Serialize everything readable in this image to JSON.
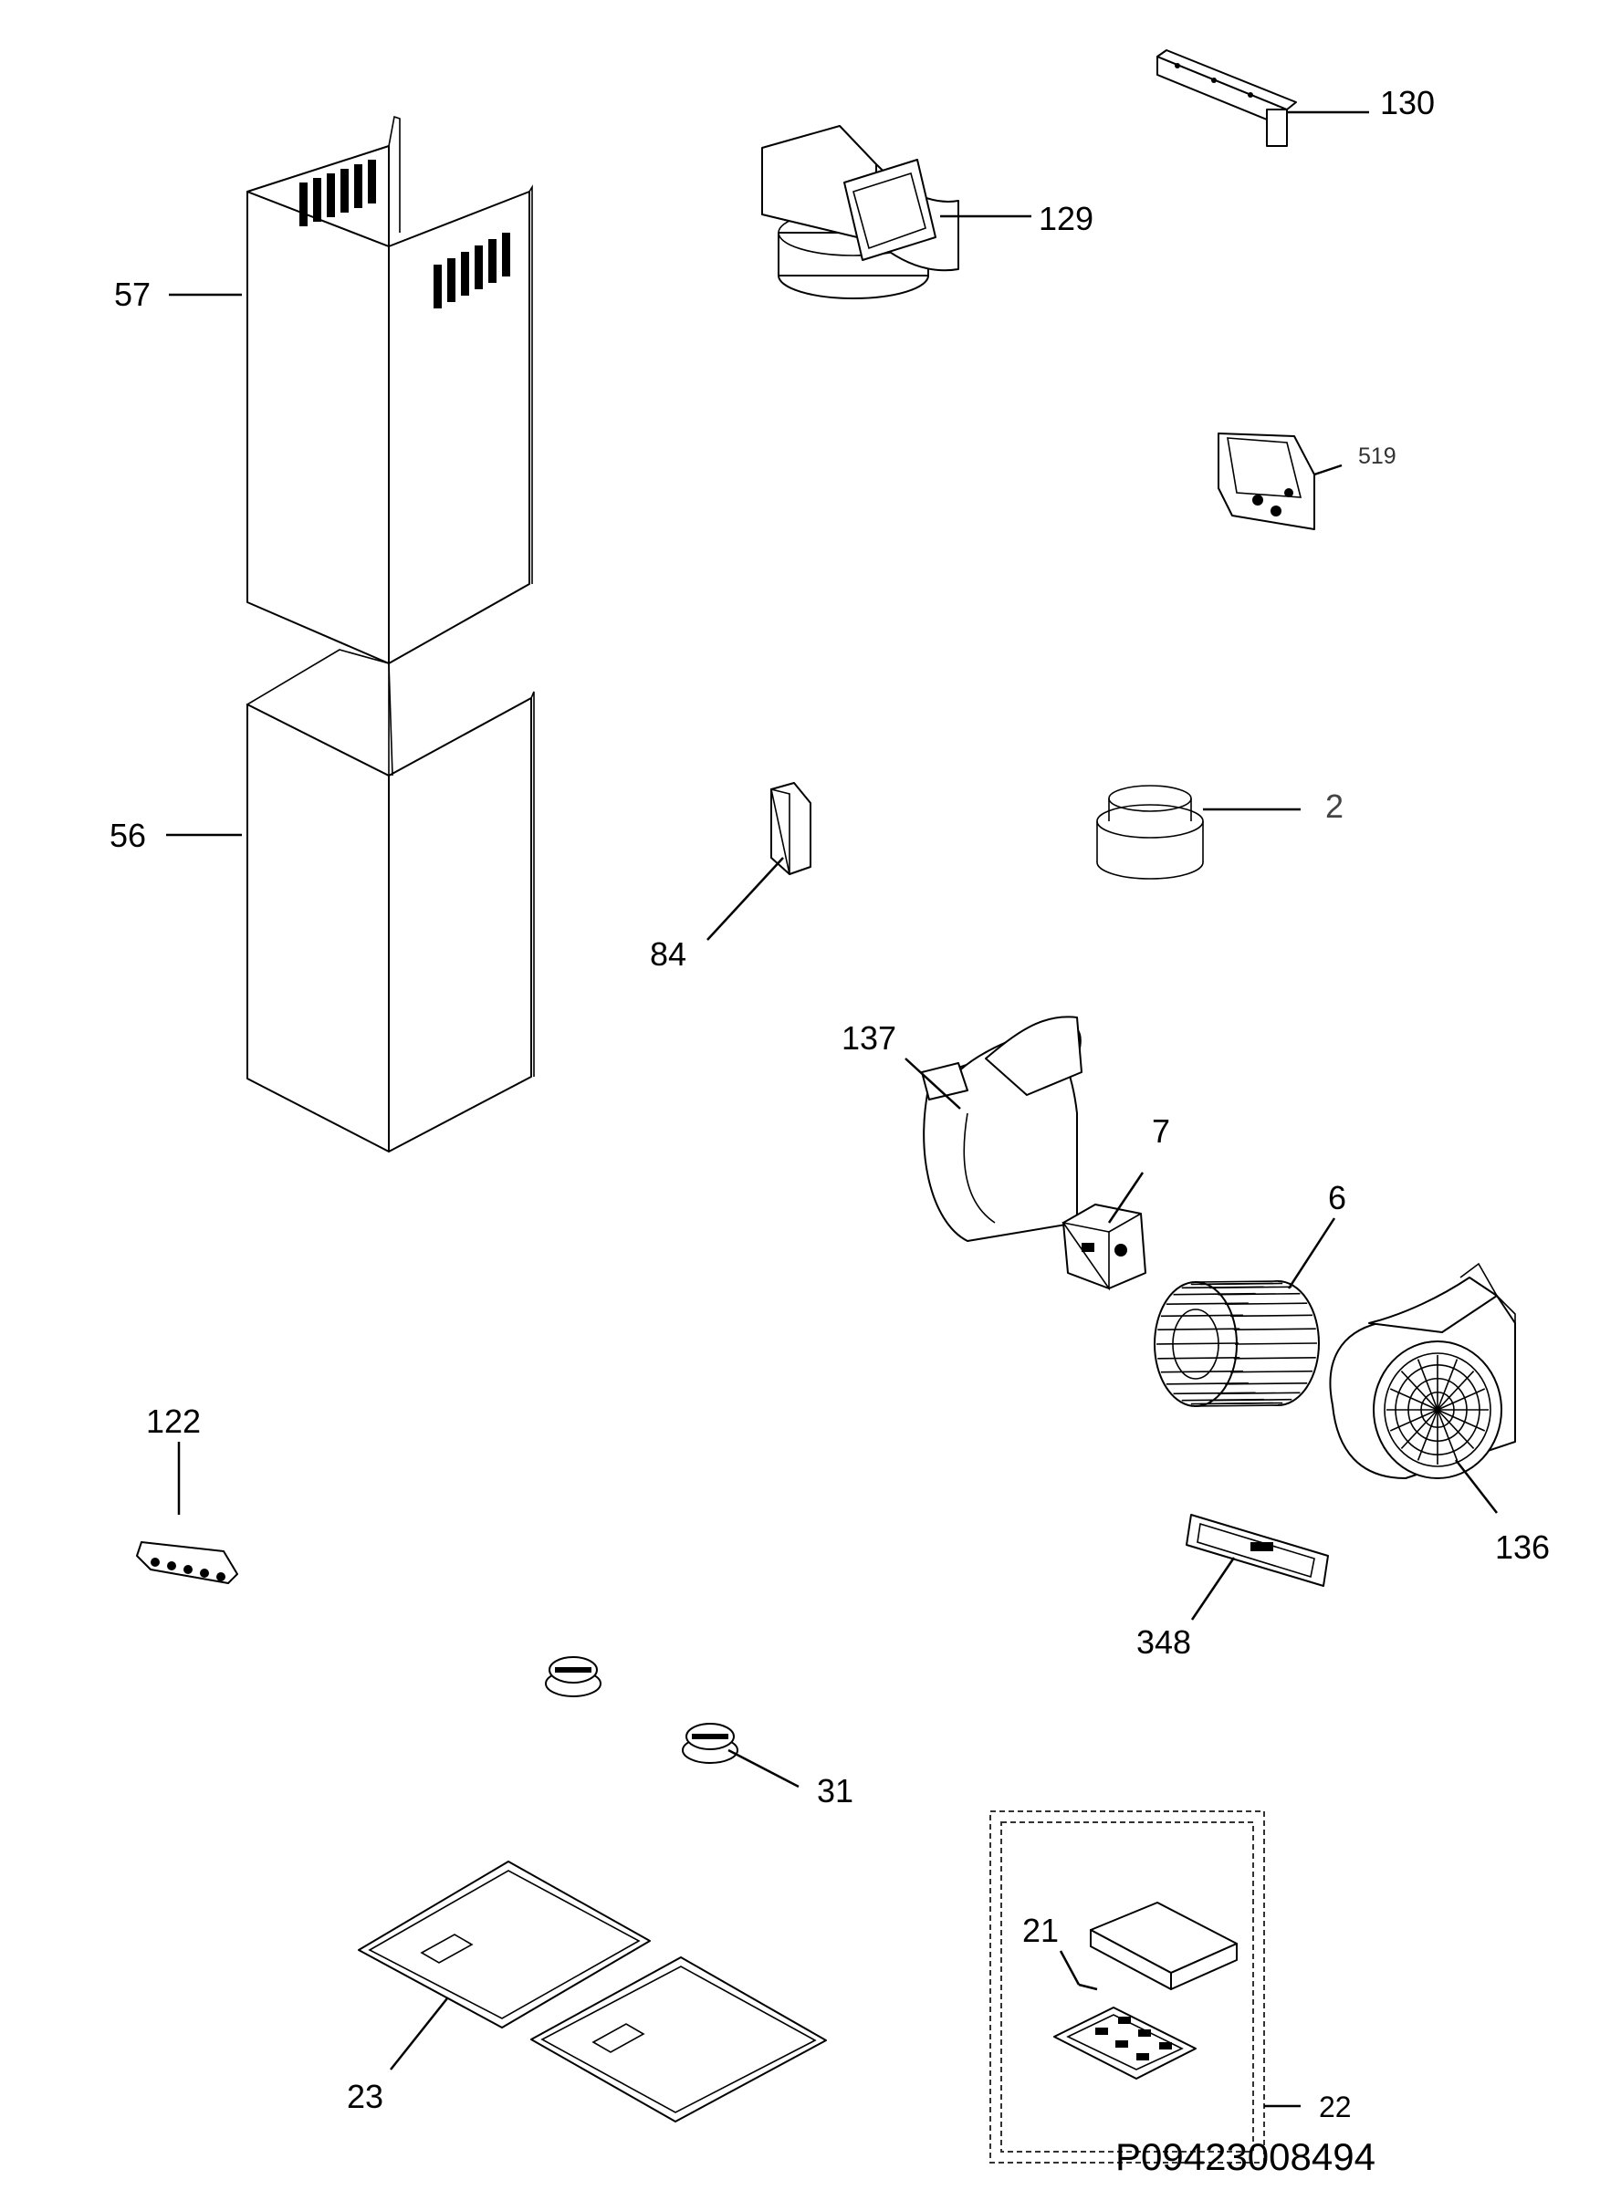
{
  "callouts": {
    "c130": "130",
    "c129": "129",
    "c57": "57",
    "c519": "519",
    "c56": "56",
    "c2": "2",
    "c84": "84",
    "c137": "137",
    "c7": "7",
    "c6": "6",
    "c122": "122",
    "c136": "136",
    "c348": "348",
    "c31": "31",
    "c21": "21",
    "c23": "23",
    "c22": "22"
  },
  "document_number": "P09423008494"
}
